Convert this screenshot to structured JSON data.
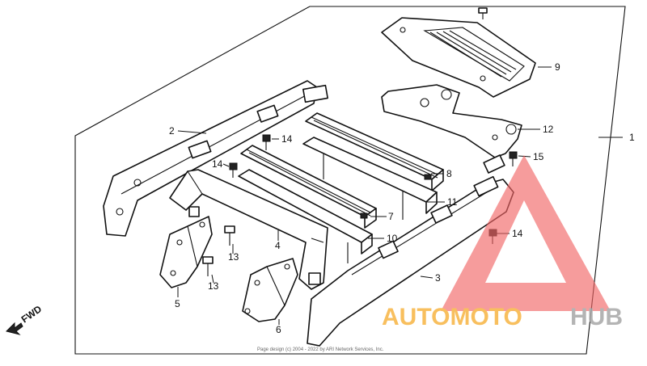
{
  "callouts": [
    "1",
    "2",
    "3",
    "4",
    "5",
    "6",
    "7",
    "8",
    "9",
    "10",
    "11",
    "12",
    "13",
    "13",
    "14",
    "14",
    "14",
    "15"
  ],
  "fwd_label": "FWD",
  "copyright": "Page design (c) 2004 - 2022 by ARI Network Services, Inc.",
  "watermark": {
    "part1": "AUTOMOTO",
    "part2": "HUB",
    "color_primary": "#f7b443",
    "color_secondary": "#a8a8a8",
    "triangle_color": "#f26464"
  }
}
